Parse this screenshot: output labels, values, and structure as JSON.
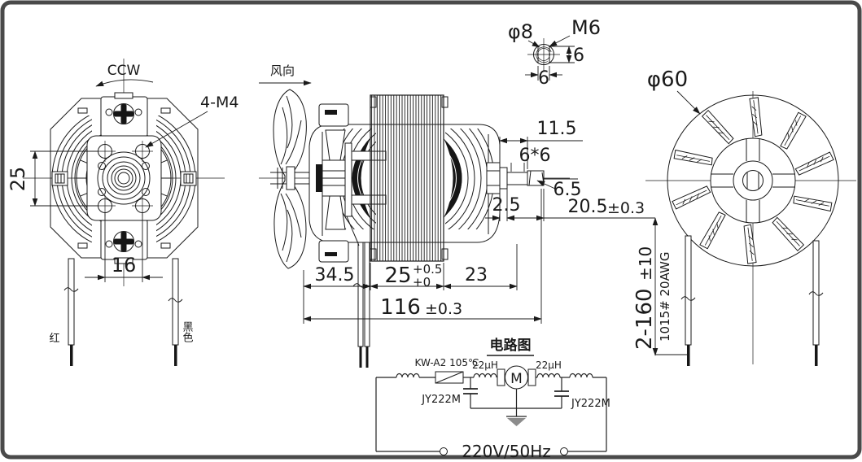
{
  "colors": {
    "line": "#1a1a1a",
    "border": "#4a4a4a",
    "background": "#ffffff",
    "dark_fill": "#161616"
  },
  "front_view": {
    "rotation": "CCW",
    "mount_holes": "4-M4",
    "dim_hole_spacing_v": "25",
    "dim_hole_spacing_h": "16",
    "wire_red": "红",
    "wire_black": "黑色"
  },
  "side_view": {
    "airflow": "风向",
    "dim_bearing": "11.5",
    "dim_shaft_flat": "6*6",
    "dim_thread": "6.5",
    "dim_collar": "2.5",
    "dim_shaft_ext": "20.5",
    "dim_shaft_ext_tol": "±0.3",
    "dim_rear": "34.5",
    "dim_stack": "25",
    "dim_stack_tol_up": "+0.5",
    "dim_stack_tol_dn": "+0",
    "dim_front": "23",
    "dim_total": "116",
    "dim_total_tol": "±0.3"
  },
  "shaft_detail": {
    "dia": "φ8",
    "thread": "M6",
    "flat_w": "6",
    "flat_h": "6"
  },
  "fan_view": {
    "dia": "φ60",
    "lead_length": "2-160",
    "lead_length_tol": "±10",
    "wire_spec": "1015# 20AWG"
  },
  "circuit": {
    "title": "电路图",
    "thermal_fuse": "KW-A2  105℃",
    "inductor_left": "22μH",
    "inductor_right": "22μH",
    "cap_left": "JY222M",
    "cap_right": "JY222M",
    "motor": "M",
    "supply": "220V/50Hz"
  }
}
